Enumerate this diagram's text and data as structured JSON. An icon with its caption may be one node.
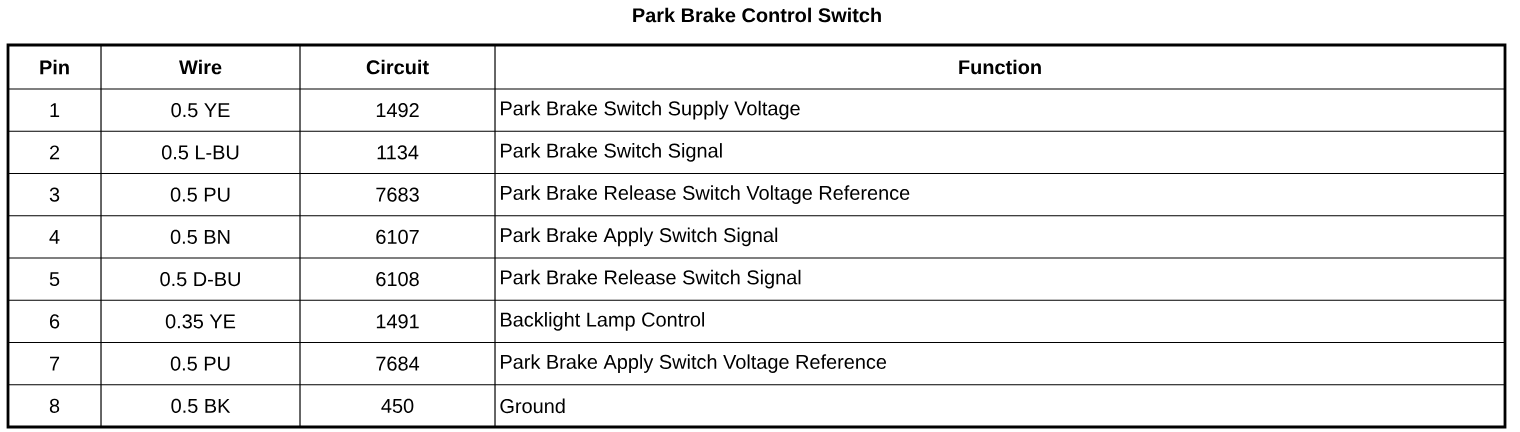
{
  "diagram": {
    "title": "Park Brake Control Switch",
    "labels": [
      "Pin",
      "Wire",
      "Circuit",
      "Function",
      "1",
      "0.5 YE",
      "1492",
      "Park Brake Switch Supply Voltage",
      "2",
      "0.5 L-BU",
      "1134",
      "Park Brake Switch Signal",
      "3",
      "0.5 PU",
      "7683",
      "Park Brake Release Switch Voltage Reference",
      "4",
      "0.5 BN",
      "6107",
      "Park Brake Apply Switch Signal",
      "5",
      "0.5 D-BU",
      "6108",
      "Park Brake Release Switch Signal",
      "6",
      "0.35 YE",
      "1491",
      "Backlight Lamp Control",
      "7",
      "0.5 PU",
      "7684",
      "Park Brake Apply Switch Voltage Reference",
      "8",
      "0.5 BK",
      "450",
      "Ground"
    ]
  }
}
